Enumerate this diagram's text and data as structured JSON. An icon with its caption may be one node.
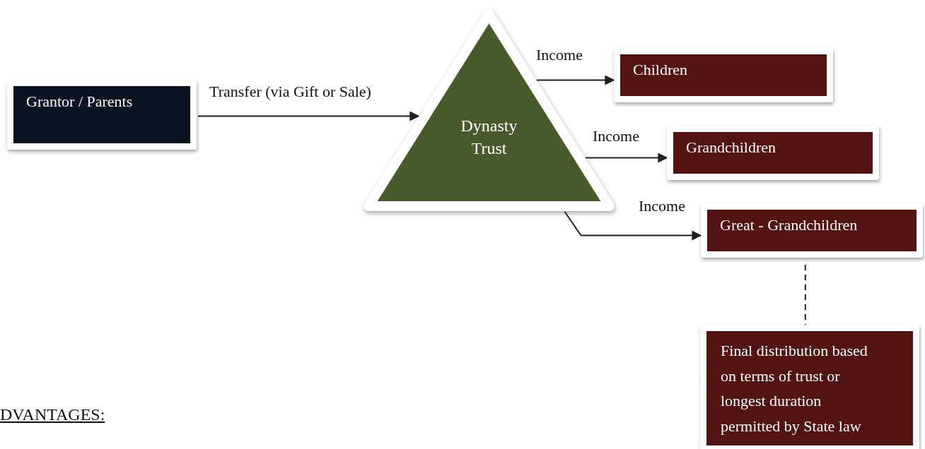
{
  "diagram": {
    "nodes": [
      {
        "text": [
          "Grantor / Parents"
        ]
      },
      {
        "text": [
          "Dynasty Trust"
        ]
      },
      {
        "text": [
          "Children"
        ]
      },
      {
        "text": [
          "Grandchildren"
        ]
      },
      {
        "text": [
          "Great - Grandchildren"
        ]
      },
      {
        "text": [
          "Final distribution based on terms of trust or longest duration permitted by State law"
        ]
      }
    ],
    "edges": [
      {
        "from": 0,
        "to": 1,
        "arrow": "to",
        "label": "Transfer (via Gift or Sale)"
      },
      {
        "from": 1,
        "to": 2,
        "arrow": "to",
        "label": "Income"
      },
      {
        "from": 1,
        "to": 3,
        "arrow": "to",
        "label": "Income"
      },
      {
        "from": 1,
        "to": 4,
        "arrow": "to",
        "label": "Income"
      },
      {
        "from": 4,
        "to": 5,
        "arrow": "none",
        "style": "dashed"
      }
    ],
    "labels": [
      "DVANTAGES:"
    ]
  }
}
